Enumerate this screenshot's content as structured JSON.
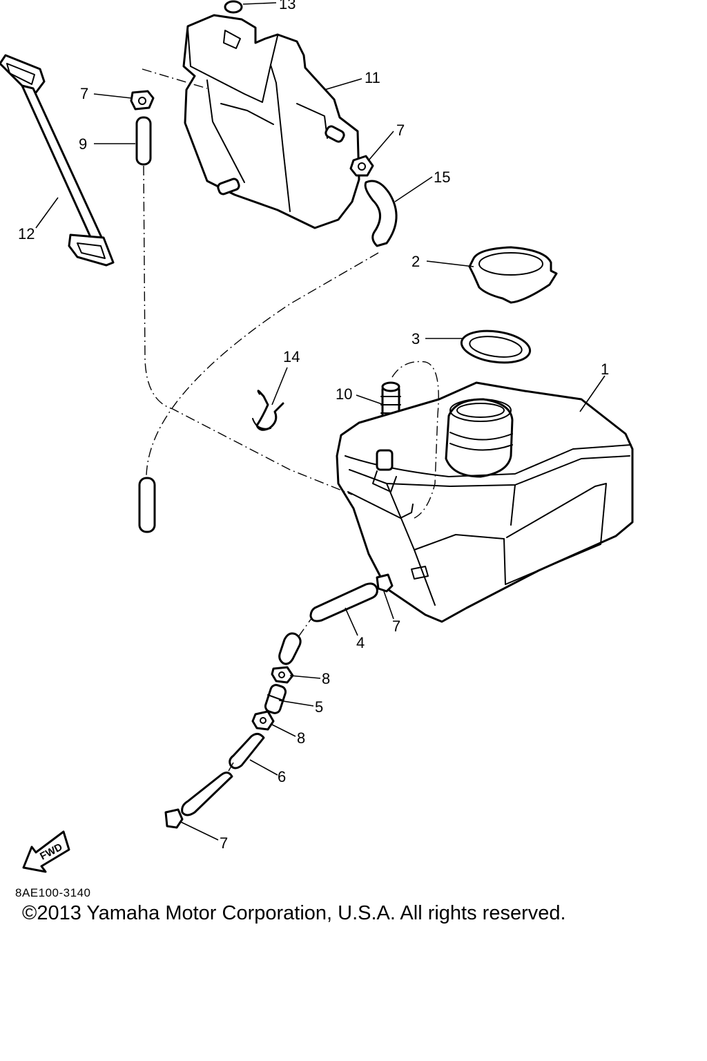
{
  "callouts": {
    "c1": "1",
    "c2": "2",
    "c3": "3",
    "c4": "4",
    "c5": "5",
    "c6": "6",
    "c7a": "7",
    "c7b": "7",
    "c7c": "7",
    "c7d": "7",
    "c8a": "8",
    "c8b": "8",
    "c9": "9",
    "c10": "10",
    "c11": "11",
    "c12": "12",
    "c13": "13",
    "c14": "14",
    "c15": "15"
  },
  "fwd_label": "FWD",
  "diagram_code": "8AE100-3140",
  "copyright": "©2013 Yamaha Motor Corporation, U.S.A. All rights reserved."
}
